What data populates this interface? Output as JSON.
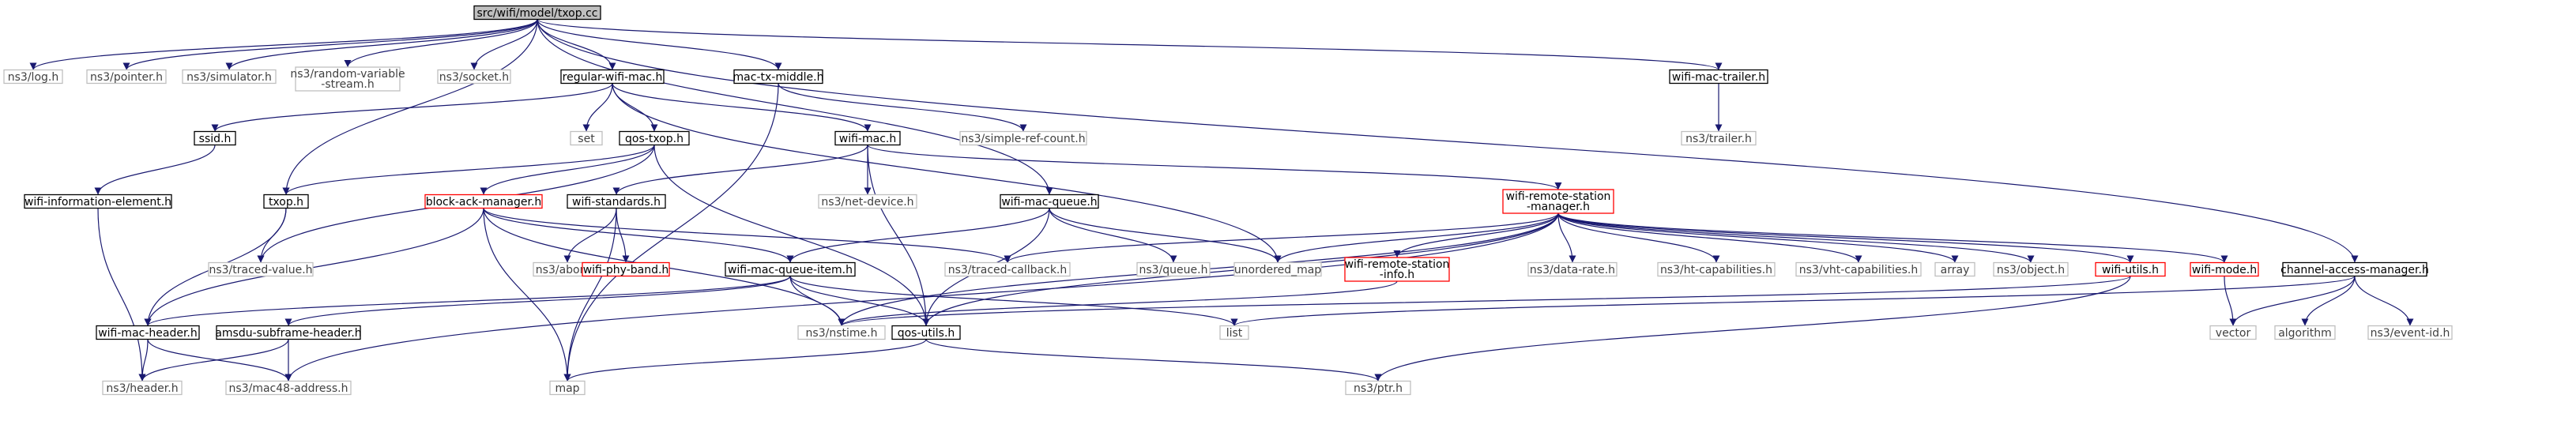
{
  "colors": {
    "edge": "#191970",
    "root_fill": "#bfbfbf",
    "node_border": "#000000",
    "system_border": "#bfbfbf",
    "truncated_border": "#ff0000",
    "node_fill": "#ffffff",
    "text": "#000000",
    "system_text": "#404040"
  },
  "nodes": [
    {
      "id": "txop_cc",
      "label": "src/wifi/model/txop.cc",
      "kind": "root"
    },
    {
      "id": "log",
      "label": "ns3/log.h",
      "kind": "system"
    },
    {
      "id": "pointer",
      "label": "ns3/pointer.h",
      "kind": "system"
    },
    {
      "id": "simulator",
      "label": "ns3/simulator.h",
      "kind": "system"
    },
    {
      "id": "random",
      "label": "ns3/random-variable\n-stream.h",
      "kind": "system"
    },
    {
      "id": "socket",
      "label": "ns3/socket.h",
      "kind": "system"
    },
    {
      "id": "regular",
      "label": "regular-wifi-mac.h",
      "kind": "file"
    },
    {
      "id": "mactx",
      "label": "mac-tx-middle.h",
      "kind": "file"
    },
    {
      "id": "trailer",
      "label": "wifi-mac-trailer.h",
      "kind": "file"
    },
    {
      "id": "ssid",
      "label": "ssid.h",
      "kind": "file"
    },
    {
      "id": "set",
      "label": "set",
      "kind": "system"
    },
    {
      "id": "qostxop",
      "label": "qos-txop.h",
      "kind": "file"
    },
    {
      "id": "wifimac",
      "label": "wifi-mac.h",
      "kind": "file"
    },
    {
      "id": "simpleref",
      "label": "ns3/simple-ref-count.h",
      "kind": "system"
    },
    {
      "id": "ns3trailer",
      "label": "ns3/trailer.h",
      "kind": "system"
    },
    {
      "id": "wie",
      "label": "wifi-information-element.h",
      "kind": "file"
    },
    {
      "id": "txoph",
      "label": "txop.h",
      "kind": "file"
    },
    {
      "id": "bam",
      "label": "block-ack-manager.h",
      "kind": "truncated"
    },
    {
      "id": "wstd",
      "label": "wifi-standards.h",
      "kind": "file"
    },
    {
      "id": "netdev",
      "label": "ns3/net-device.h",
      "kind": "system"
    },
    {
      "id": "wmq",
      "label": "wifi-mac-queue.h",
      "kind": "file"
    },
    {
      "id": "wrsm",
      "label": "wifi-remote-station\n-manager.h",
      "kind": "truncated"
    },
    {
      "id": "tracedval",
      "label": "ns3/traced-value.h",
      "kind": "system"
    },
    {
      "id": "abort",
      "label": "ns3/abort.h",
      "kind": "system"
    },
    {
      "id": "wpb",
      "label": "wifi-phy-band.h",
      "kind": "truncated"
    },
    {
      "id": "wmqi",
      "label": "wifi-mac-queue-item.h",
      "kind": "file"
    },
    {
      "id": "tracedcb",
      "label": "ns3/traced-callback.h",
      "kind": "system"
    },
    {
      "id": "queue",
      "label": "ns3/queue.h",
      "kind": "system"
    },
    {
      "id": "umap",
      "label": "unordered_map",
      "kind": "system"
    },
    {
      "id": "wrsi",
      "label": "wifi-remote-station\n-info.h",
      "kind": "truncated"
    },
    {
      "id": "datarate",
      "label": "ns3/data-rate.h",
      "kind": "system"
    },
    {
      "id": "htcap",
      "label": "ns3/ht-capabilities.h",
      "kind": "system"
    },
    {
      "id": "vhtcap",
      "label": "ns3/vht-capabilities.h",
      "kind": "system"
    },
    {
      "id": "array",
      "label": "array",
      "kind": "system"
    },
    {
      "id": "object",
      "label": "ns3/object.h",
      "kind": "system"
    },
    {
      "id": "wutils",
      "label": "wifi-utils.h",
      "kind": "truncated"
    },
    {
      "id": "wmode",
      "label": "wifi-mode.h",
      "kind": "truncated"
    },
    {
      "id": "cam",
      "label": "channel-access-manager.h",
      "kind": "file"
    },
    {
      "id": "wmh",
      "label": "wifi-mac-header.h",
      "kind": "file"
    },
    {
      "id": "asfh",
      "label": "amsdu-subframe-header.h",
      "kind": "file"
    },
    {
      "id": "nstime",
      "label": "ns3/nstime.h",
      "kind": "system"
    },
    {
      "id": "qosutils",
      "label": "qos-utils.h",
      "kind": "file"
    },
    {
      "id": "list",
      "label": "list",
      "kind": "system"
    },
    {
      "id": "vector",
      "label": "vector",
      "kind": "system"
    },
    {
      "id": "algorithm",
      "label": "algorithm",
      "kind": "system"
    },
    {
      "id": "eventid",
      "label": "ns3/event-id.h",
      "kind": "system"
    },
    {
      "id": "header",
      "label": "ns3/header.h",
      "kind": "system"
    },
    {
      "id": "mac48",
      "label": "ns3/mac48-address.h",
      "kind": "system"
    },
    {
      "id": "map",
      "label": "map",
      "kind": "system"
    },
    {
      "id": "ptr",
      "label": "ns3/ptr.h",
      "kind": "system"
    }
  ],
  "edges": [
    [
      "txop_cc",
      "log"
    ],
    [
      "txop_cc",
      "pointer"
    ],
    [
      "txop_cc",
      "simulator"
    ],
    [
      "txop_cc",
      "random"
    ],
    [
      "txop_cc",
      "socket"
    ],
    [
      "txop_cc",
      "regular"
    ],
    [
      "txop_cc",
      "mactx"
    ],
    [
      "txop_cc",
      "trailer"
    ],
    [
      "txop_cc",
      "txoph"
    ],
    [
      "txop_cc",
      "wmq"
    ],
    [
      "txop_cc",
      "cam"
    ],
    [
      "regular",
      "ssid"
    ],
    [
      "regular",
      "set"
    ],
    [
      "regular",
      "qostxop"
    ],
    [
      "regular",
      "wifimac"
    ],
    [
      "regular",
      "umap"
    ],
    [
      "mactx",
      "simpleref"
    ],
    [
      "mactx",
      "map"
    ],
    [
      "trailer",
      "ns3trailer"
    ],
    [
      "ssid",
      "wie"
    ],
    [
      "qostxop",
      "txoph"
    ],
    [
      "qostxop",
      "bam"
    ],
    [
      "qostxop",
      "tracedval"
    ],
    [
      "qostxop",
      "qosutils"
    ],
    [
      "wifimac",
      "wstd"
    ],
    [
      "wifimac",
      "netdev"
    ],
    [
      "wifimac",
      "wrsm"
    ],
    [
      "wifimac",
      "qosutils"
    ],
    [
      "wie",
      "header"
    ],
    [
      "txoph",
      "tracedval"
    ],
    [
      "txoph",
      "wmh"
    ],
    [
      "bam",
      "wmqi"
    ],
    [
      "bam",
      "tracedcb"
    ],
    [
      "bam",
      "wmh"
    ],
    [
      "bam",
      "nstime"
    ],
    [
      "bam",
      "map"
    ],
    [
      "wstd",
      "abort"
    ],
    [
      "wstd",
      "wpb"
    ],
    [
      "wstd",
      "map"
    ],
    [
      "wmq",
      "wmqi"
    ],
    [
      "wmq",
      "queue"
    ],
    [
      "wmq",
      "umap"
    ],
    [
      "wmq",
      "qosutils"
    ],
    [
      "wrsm",
      "tracedcb"
    ],
    [
      "wrsm",
      "umap"
    ],
    [
      "wrsm",
      "wrsi"
    ],
    [
      "wrsm",
      "datarate"
    ],
    [
      "wrsm",
      "htcap"
    ],
    [
      "wrsm",
      "vhtcap"
    ],
    [
      "wrsm",
      "array"
    ],
    [
      "wrsm",
      "object"
    ],
    [
      "wrsm",
      "wutils"
    ],
    [
      "wrsm",
      "wmode"
    ],
    [
      "wrsm",
      "nstime"
    ],
    [
      "wrsm",
      "mac48"
    ],
    [
      "wrsm",
      "qosutils"
    ],
    [
      "wmqi",
      "wmh"
    ],
    [
      "wmqi",
      "asfh"
    ],
    [
      "wmqi",
      "nstime"
    ],
    [
      "wmqi",
      "qosutils"
    ],
    [
      "wmqi",
      "list"
    ],
    [
      "wrsi",
      "nstime"
    ],
    [
      "wutils",
      "nstime"
    ],
    [
      "wutils",
      "ptr"
    ],
    [
      "wmode",
      "vector"
    ],
    [
      "cam",
      "list"
    ],
    [
      "cam",
      "vector"
    ],
    [
      "cam",
      "algorithm"
    ],
    [
      "cam",
      "eventid"
    ],
    [
      "wmh",
      "header"
    ],
    [
      "wmh",
      "mac48"
    ],
    [
      "asfh",
      "header"
    ],
    [
      "asfh",
      "mac48"
    ],
    [
      "qosutils",
      "map"
    ],
    [
      "qosutils",
      "ptr"
    ]
  ]
}
